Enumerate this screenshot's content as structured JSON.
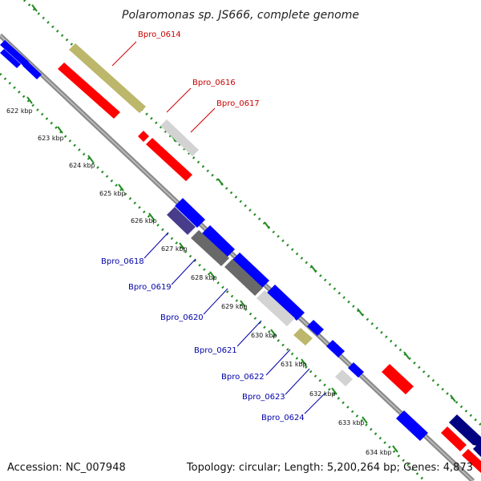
{
  "title": "Polaromonas sp. JS666, complete genome",
  "footer": {
    "accession": "Accession: NC_007948",
    "summary": "Topology: circular; Length: 5,200,264 bp; Genes: 4,873"
  },
  "colors": {
    "forward_label": "#cc0000",
    "reverse_label": "#0000aa",
    "leader": "#cc0000",
    "leader_reverse": "#0000aa",
    "tick_green": "#228b22",
    "backbone": "#888888",
    "red": "#ff0000",
    "blue": "#0000ff",
    "olive": "#bdb76b",
    "light_gray": "#d3d3d3",
    "dark_gray": "#696969",
    "slate_blue": "#483d8b",
    "navy": "#000080"
  },
  "scale_labels": [
    "622 kbp",
    "623 kbp",
    "624 kbp",
    "625 kbp",
    "626 kbp",
    "627 kbp",
    "628 kbp",
    "629 kbp",
    "630 kbp",
    "631 kbp",
    "632 kbp",
    "633 kbp",
    "634 kbp"
  ],
  "gene_labels": {
    "forward": [
      "Bpro_0614",
      "Bpro_0616",
      "Bpro_0617"
    ],
    "reverse": [
      "Bpro_0618",
      "Bpro_0619",
      "Bpro_0620",
      "Bpro_0621",
      "Bpro_0622",
      "Bpro_0623",
      "Bpro_0624"
    ]
  }
}
